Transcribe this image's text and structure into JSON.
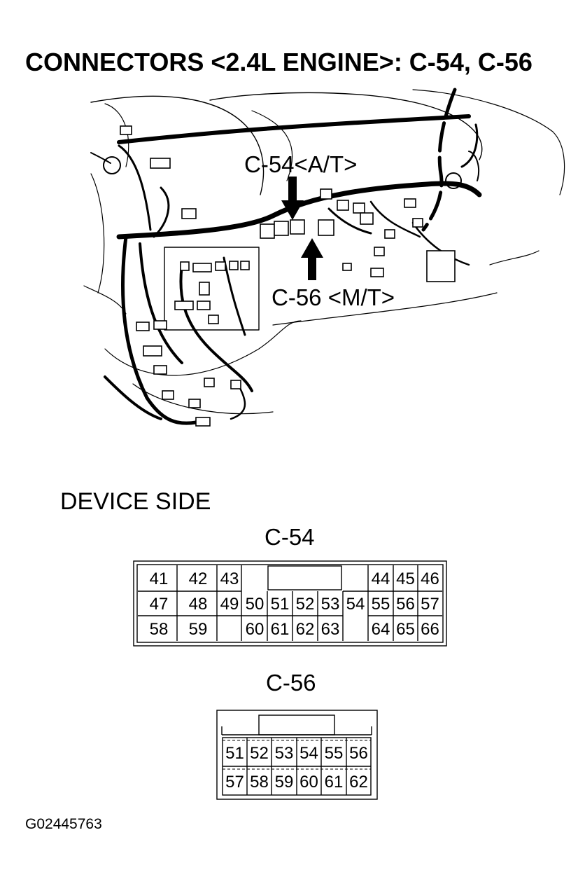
{
  "title": "CONNECTORS <2.4L ENGINE>: C-54, C-56",
  "callouts": {
    "c54": "C-54<A/T>",
    "c56": "C-56 <M/T>"
  },
  "device_side": "DEVICE SIDE",
  "connectors": {
    "c54": {
      "label": "C-54",
      "row1": [
        "41",
        "42",
        "43",
        "44",
        "45",
        "46"
      ],
      "row2": [
        "47",
        "48",
        "49",
        "50",
        "51",
        "52",
        "53",
        "54",
        "55",
        "56",
        "57"
      ],
      "row3": [
        "58",
        "59",
        "60",
        "61",
        "62",
        "63",
        "64",
        "65",
        "66"
      ]
    },
    "c56": {
      "label": "C-56",
      "row1": [
        "51",
        "52",
        "53",
        "54",
        "55",
        "56"
      ],
      "row2": [
        "57",
        "58",
        "59",
        "60",
        "61",
        "62"
      ]
    }
  },
  "figure_id": "G02445763"
}
